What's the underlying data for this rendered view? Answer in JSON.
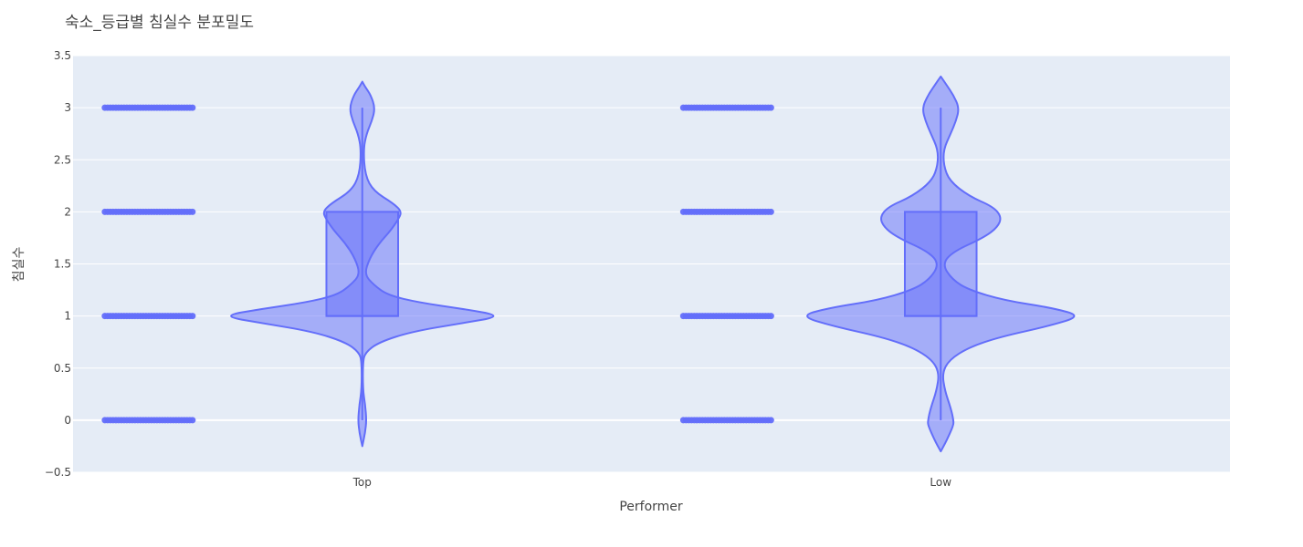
{
  "chart_data": {
    "type": "violin",
    "title": "숙소_등급별 침실수 분포밀도",
    "xlabel": "Performer",
    "ylabel": "침실수",
    "categories": [
      "Top",
      "Low"
    ],
    "ylim": [
      -0.5,
      3.5
    ],
    "yticks": [
      -0.5,
      0,
      0.5,
      1,
      1.5,
      2,
      2.5,
      3,
      3.5
    ],
    "ytick_labels": [
      "−0.5",
      "0",
      "0.5",
      "1",
      "1.5",
      "2",
      "2.5",
      "3",
      "3.5"
    ],
    "grid": true,
    "color": "#636efa",
    "plot_bg": "#e5ecf6",
    "series": [
      {
        "category": "Top",
        "points_y": [
          0,
          1,
          2,
          3
        ],
        "box": {
          "min": 0,
          "q1": 1,
          "median": 1,
          "q3": 2,
          "max": 3
        },
        "density": [
          {
            "y": -0.25,
            "w": 0.0
          },
          {
            "y": -0.12,
            "w": 0.02
          },
          {
            "y": 0.0,
            "w": 0.03
          },
          {
            "y": 0.15,
            "w": 0.02
          },
          {
            "y": 0.3,
            "w": 0.004
          },
          {
            "y": 0.55,
            "w": 0.004
          },
          {
            "y": 0.65,
            "w": 0.02
          },
          {
            "y": 0.75,
            "w": 0.12
          },
          {
            "y": 0.85,
            "w": 0.35
          },
          {
            "y": 0.93,
            "w": 0.7
          },
          {
            "y": 1.0,
            "w": 1.0
          },
          {
            "y": 1.07,
            "w": 0.7
          },
          {
            "y": 1.13,
            "w": 0.4
          },
          {
            "y": 1.2,
            "w": 0.18
          },
          {
            "y": 1.3,
            "w": 0.08
          },
          {
            "y": 1.4,
            "w": 0.015
          },
          {
            "y": 1.55,
            "w": 0.05
          },
          {
            "y": 1.7,
            "w": 0.12
          },
          {
            "y": 1.82,
            "w": 0.2
          },
          {
            "y": 1.92,
            "w": 0.25
          },
          {
            "y": 2.0,
            "w": 0.28
          },
          {
            "y": 2.08,
            "w": 0.22
          },
          {
            "y": 2.2,
            "w": 0.08
          },
          {
            "y": 2.35,
            "w": 0.02
          },
          {
            "y": 2.6,
            "w": 0.008
          },
          {
            "y": 2.75,
            "w": 0.03
          },
          {
            "y": 2.88,
            "w": 0.07
          },
          {
            "y": 3.0,
            "w": 0.09
          },
          {
            "y": 3.12,
            "w": 0.06
          },
          {
            "y": 3.2,
            "w": 0.02
          },
          {
            "y": 3.25,
            "w": 0.0
          }
        ]
      },
      {
        "category": "Low",
        "points_y": [
          0,
          1,
          2,
          3
        ],
        "box": {
          "min": 0,
          "q1": 1,
          "median": 1,
          "q3": 2,
          "max": 3
        },
        "density": [
          {
            "y": -0.3,
            "w": 0.0
          },
          {
            "y": -0.2,
            "w": 0.04
          },
          {
            "y": -0.05,
            "w": 0.09
          },
          {
            "y": 0.0,
            "w": 0.09
          },
          {
            "y": 0.12,
            "w": 0.07
          },
          {
            "y": 0.28,
            "w": 0.03
          },
          {
            "y": 0.45,
            "w": 0.01
          },
          {
            "y": 0.58,
            "w": 0.06
          },
          {
            "y": 0.7,
            "w": 0.2
          },
          {
            "y": 0.8,
            "w": 0.42
          },
          {
            "y": 0.9,
            "w": 0.75
          },
          {
            "y": 1.0,
            "w": 1.0
          },
          {
            "y": 1.08,
            "w": 0.78
          },
          {
            "y": 1.15,
            "w": 0.45
          },
          {
            "y": 1.25,
            "w": 0.2
          },
          {
            "y": 1.35,
            "w": 0.08
          },
          {
            "y": 1.5,
            "w": 0.01
          },
          {
            "y": 1.62,
            "w": 0.09
          },
          {
            "y": 1.75,
            "w": 0.3
          },
          {
            "y": 1.85,
            "w": 0.4
          },
          {
            "y": 1.95,
            "w": 0.43
          },
          {
            "y": 2.05,
            "w": 0.37
          },
          {
            "y": 2.15,
            "w": 0.2
          },
          {
            "y": 2.3,
            "w": 0.06
          },
          {
            "y": 2.45,
            "w": 0.02
          },
          {
            "y": 2.6,
            "w": 0.02
          },
          {
            "y": 2.75,
            "w": 0.07
          },
          {
            "y": 2.88,
            "w": 0.11
          },
          {
            "y": 3.0,
            "w": 0.13
          },
          {
            "y": 3.12,
            "w": 0.09
          },
          {
            "y": 3.22,
            "w": 0.04
          },
          {
            "y": 3.3,
            "w": 0.0
          }
        ]
      }
    ]
  }
}
